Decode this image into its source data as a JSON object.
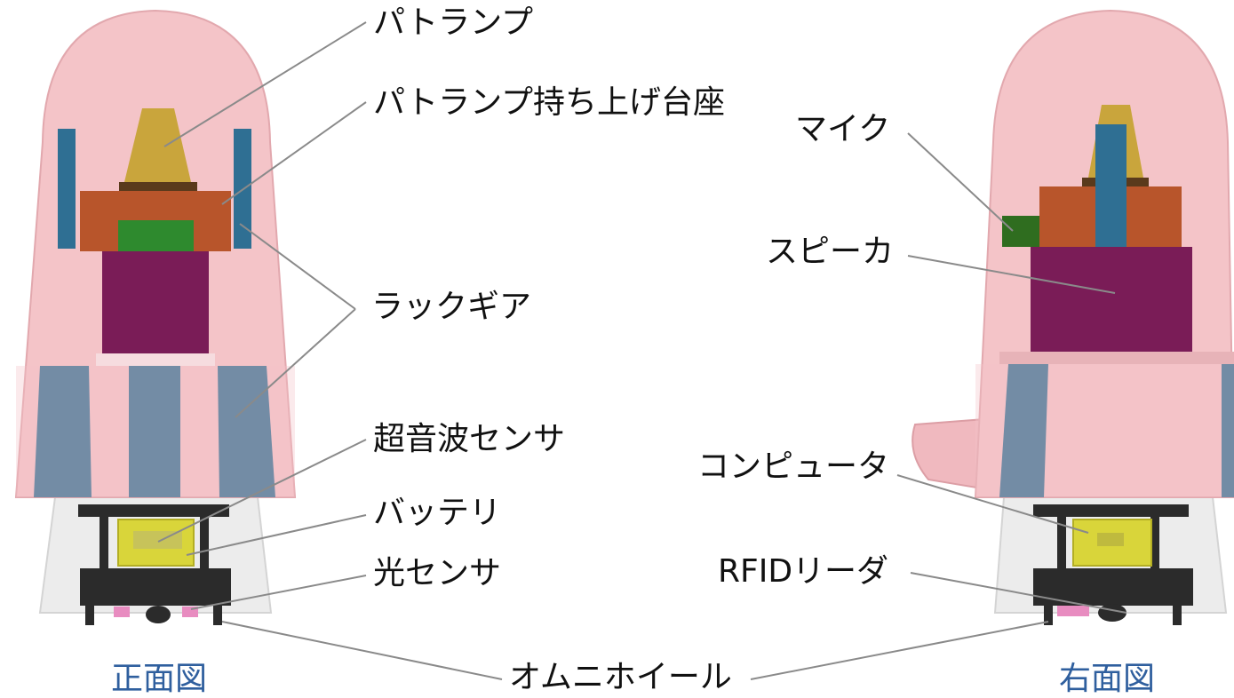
{
  "colors": {
    "shell": "#f4c4c8",
    "shell_edge": "#e8a6ac",
    "lamp": "#c9a53c",
    "mount": "#b8552b",
    "rack": "#2f6f93",
    "speaker": "#7a1c57",
    "mic": "#2f6d1f",
    "battery": "#d9d53a",
    "base": "#2a2a2a",
    "wheel_pink": "#e88cc0",
    "caption": "#2f5f9e",
    "leader": "#888888"
  },
  "labels": {
    "patlamp": "パトランプ",
    "patlamp_mount": "パトランプ持ち上げ台座",
    "rack_gear": "ラックギア",
    "ultrasonic": "超音波センサ",
    "battery": "バッテリ",
    "light_sensor": "光センサ",
    "omni_wheel": "オムニホイール",
    "mic": "マイク",
    "speaker": "スピーカ",
    "computer": "コンピュータ",
    "rfid": "RFIDリーダ"
  },
  "captions": {
    "front": "正面図",
    "right": "右面図"
  }
}
